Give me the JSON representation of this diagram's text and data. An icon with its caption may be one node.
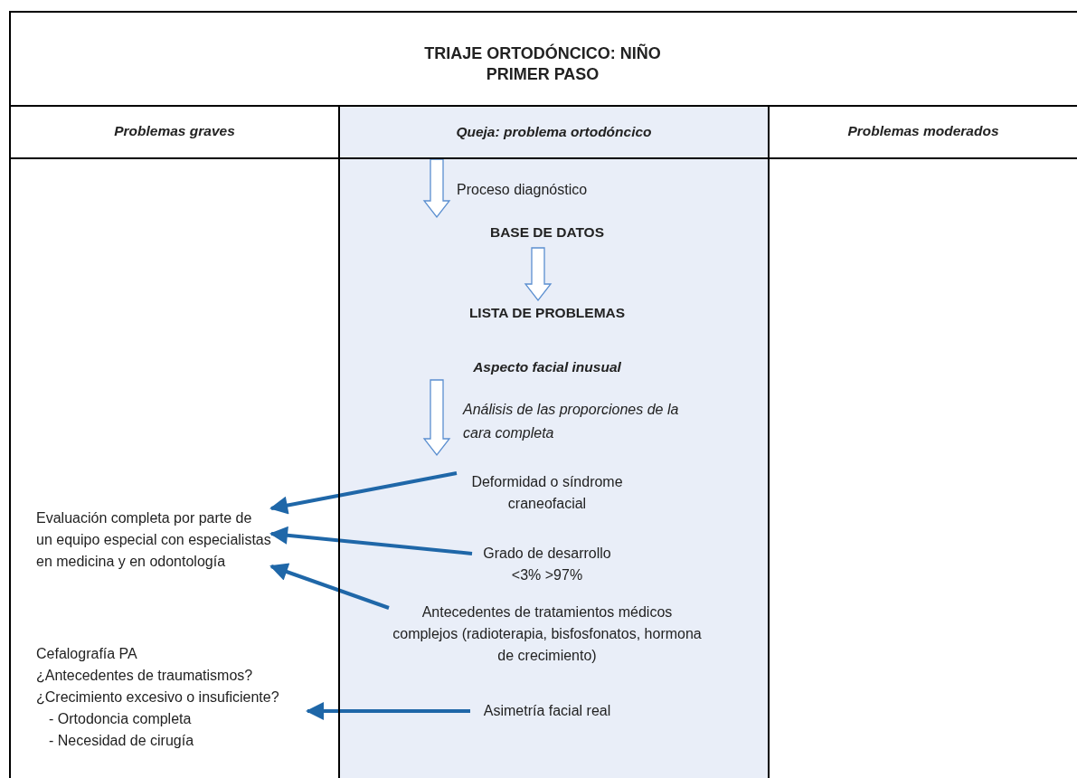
{
  "diagram": {
    "title": "TRIAJE ORTODÓNCICO: NIÑO PRIMER PASO",
    "nodes": [
      {
        "text": [
          "Queja: problema ortodóncico"
        ]
      },
      {
        "text": [
          "BASE DE DATOS"
        ]
      },
      {
        "text": [
          "LISTA DE PROBLEMAS",
          "Aspecto facial inusual"
        ]
      },
      {
        "text": [
          "Deformidad o síndrome craneofacial"
        ]
      },
      {
        "text": [
          "Grado de desarrollo <3% >97%"
        ]
      },
      {
        "text": [
          "Antecedentes de tratamientos médicos complejos (radioterapia, bisfosfonatos, hormona de crecimiento)"
        ]
      },
      {
        "text": [
          "Asimetría facial real"
        ]
      },
      {
        "text": [
          "Evaluación completa por parte de un equipo especial con especialistas en medicina y en odontología"
        ]
      },
      {
        "text": [
          "Cefalografía PA",
          "¿Antecedentes de traumatismos?",
          "¿Crecimiento excesivo o insuficiente?",
          "- Ortodoncia completa",
          "- Necesidad de cirugía"
        ]
      }
    ],
    "edges": [
      {
        "from": 0,
        "to": 1,
        "arrow": "to",
        "label": "Proceso diagnóstico"
      },
      {
        "from": 1,
        "to": 2,
        "arrow": "to"
      },
      {
        "from": 2,
        "to": 3,
        "arrow": "to",
        "label": "Análisis de las proporciones de la cara completa"
      },
      {
        "from": 3,
        "to": 7,
        "arrow": "to"
      },
      {
        "from": 4,
        "to": 7,
        "arrow": "to"
      },
      {
        "from": 5,
        "to": 7,
        "arrow": "to"
      },
      {
        "from": 6,
        "to": 8,
        "arrow": "to"
      }
    ],
    "labels": [
      "Problemas graves",
      "Problemas moderados"
    ]
  }
}
